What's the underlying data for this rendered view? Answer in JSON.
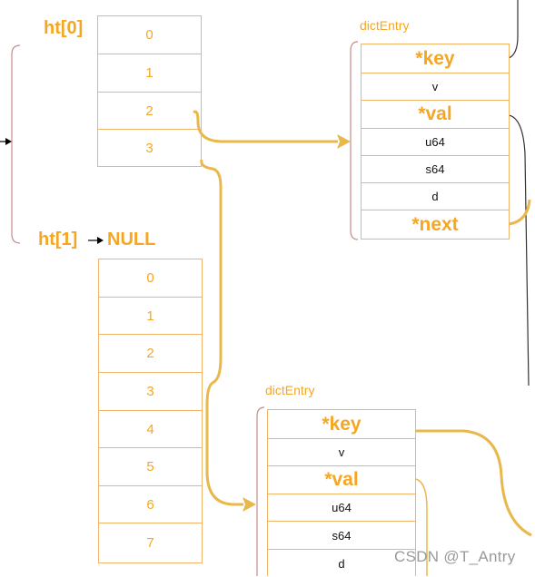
{
  "ht0": {
    "label": "ht[0]",
    "slots": [
      "0",
      "1",
      "2",
      "3"
    ]
  },
  "ht1": {
    "label": "ht[1]",
    "null_label": "NULL",
    "slots": [
      "0",
      "1",
      "2",
      "3",
      "4",
      "5",
      "6",
      "7"
    ]
  },
  "entry_top": {
    "label": "dictEntry",
    "fields": [
      "*key",
      "v",
      "*val",
      "u64",
      "s64",
      "d",
      "*next"
    ]
  },
  "entry_bottom": {
    "label": "dictEntry",
    "fields": [
      "*key",
      "v",
      "*val",
      "u64",
      "s64",
      "d"
    ]
  },
  "watermark": "CSDN @T_Antry",
  "colors": {
    "accent": "#f5a623",
    "connector": "#e8b84a",
    "box_border": "#f2b36a",
    "bracket": "#c98b8b"
  }
}
